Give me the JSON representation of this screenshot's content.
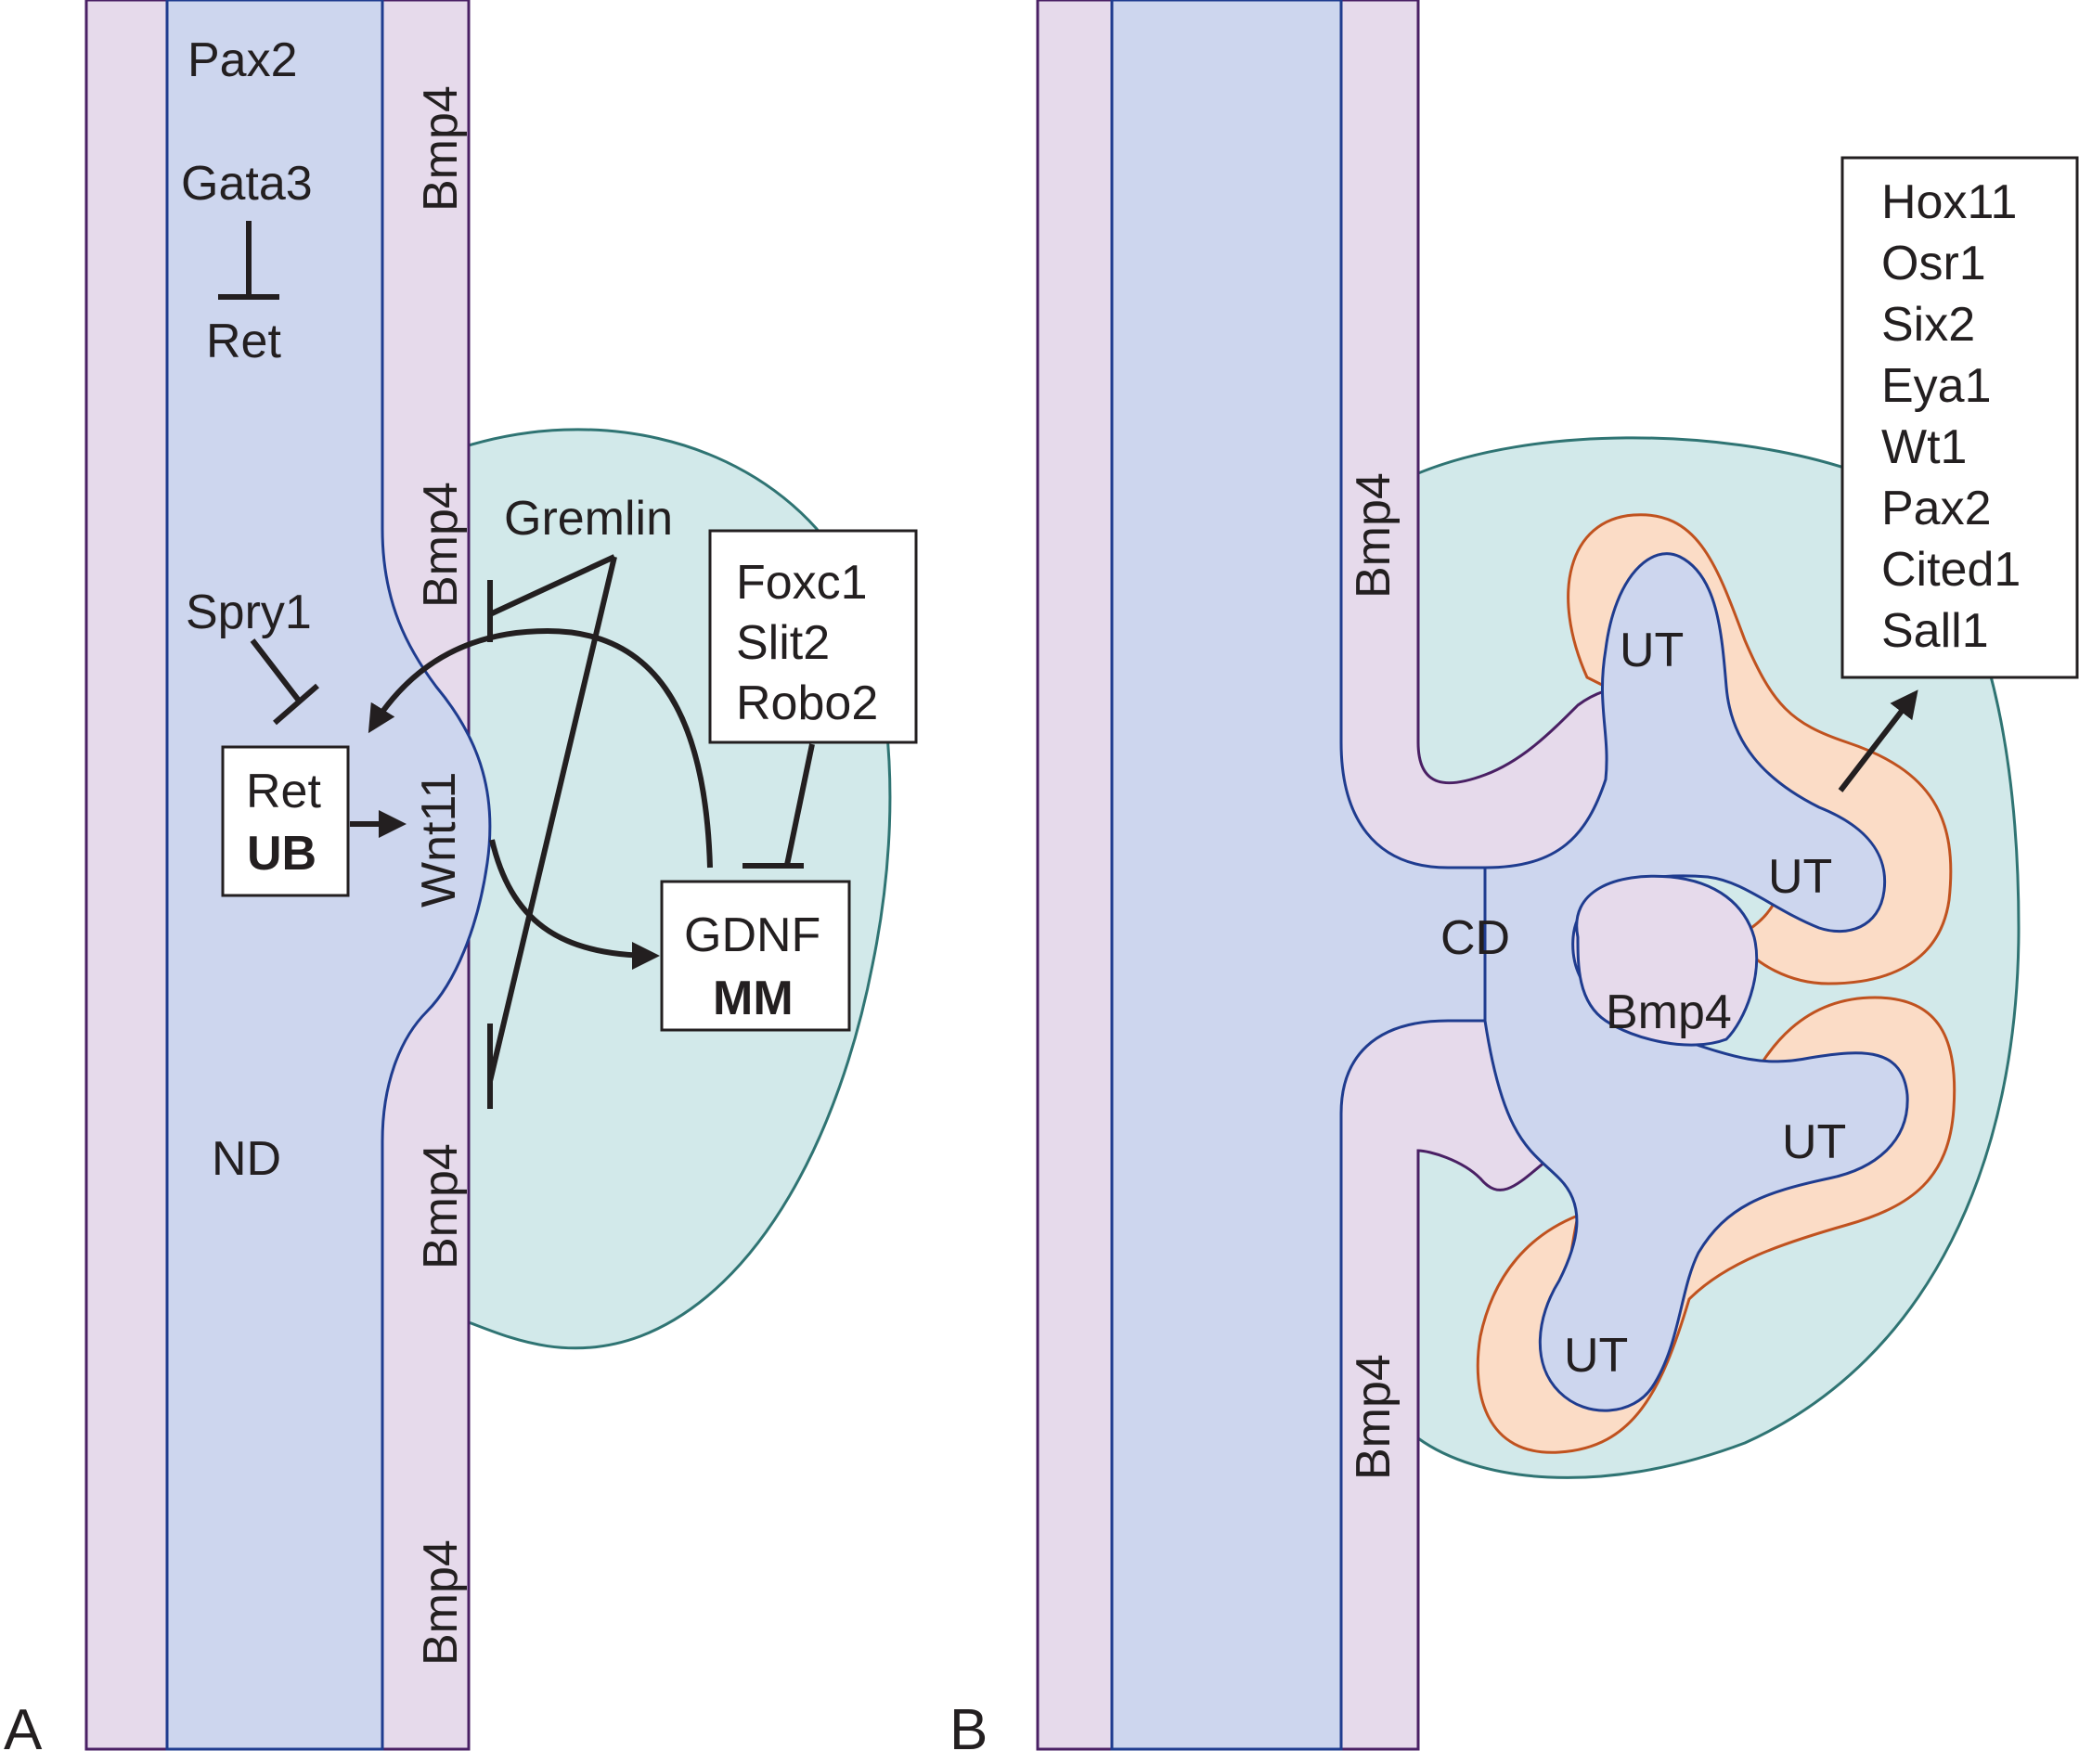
{
  "panel_a": {
    "letter": "A",
    "duct_top_gene": "Pax2",
    "gata3": "Gata3",
    "ret_inhibited": "Ret",
    "spry1": "Spry1",
    "ret_box_gene": "Ret",
    "ret_box_tissue": "UB",
    "nd": "ND",
    "wnt11": "Wnt11",
    "gremlin": "Gremlin",
    "bmp4_labels": [
      "Bmp4",
      "Bmp4",
      "Bmp4",
      "Bmp4"
    ],
    "foxc_box": [
      "Foxc1",
      "Slit2",
      "Robo2"
    ],
    "gdnf_gene": "GDNF",
    "gdnf_tissue": "MM"
  },
  "panel_b": {
    "letter": "B",
    "bmp4_left_labels": [
      "Bmp4",
      "Bmp4"
    ],
    "bmp4_center": "Bmp4",
    "cd": "CD",
    "ut_labels": [
      "UT",
      "UT",
      "UT",
      "UT"
    ],
    "gene_box": [
      "Hox11",
      "Osr1",
      "Six2",
      "Eya1",
      "Wt1",
      "Pax2",
      "Cited1",
      "Sall1"
    ]
  },
  "colors": {
    "duct_blue": "#cdd6ee",
    "duct_blue_stroke": "#1f3c8f",
    "stroma_lilac": "#e6daeb",
    "stroma_stroke": "#4a2064",
    "mesenchyme_teal": "#d2e9ea",
    "mesenchyme_stroke": "#2f7473",
    "cap_peach": "#fbdcc6",
    "cap_stroke": "#c0521f",
    "ink": "#231f20"
  }
}
